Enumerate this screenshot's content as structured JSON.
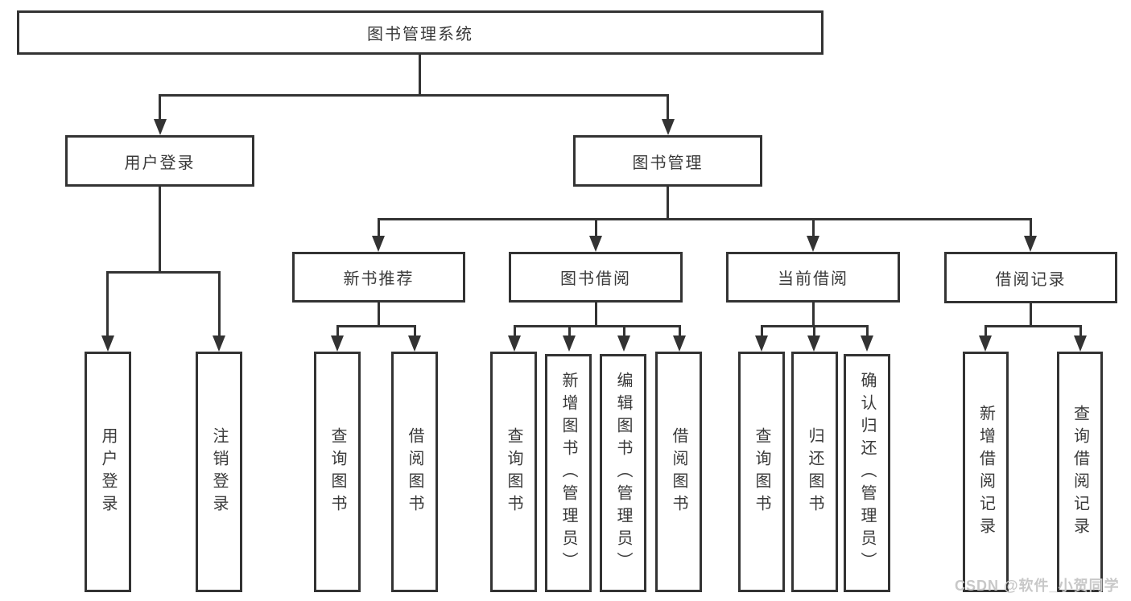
{
  "diagram": {
    "title": "图书管理系统",
    "root": {
      "label": "图书管理系统"
    },
    "user_login": {
      "label": "用户登录",
      "children": {
        "login": {
          "label": "用户登录"
        },
        "logout": {
          "label": "注销登录"
        }
      }
    },
    "book_mgmt": {
      "label": "图书管理",
      "children": {
        "new_books": {
          "label": "新书推荐",
          "children": {
            "query": {
              "label": "查询图书"
            },
            "borrow": {
              "label": "借阅图书"
            }
          }
        },
        "borrowing": {
          "label": "图书借阅",
          "children": {
            "query": {
              "label": "查询图书"
            },
            "add": {
              "label": "新增图书（管理员）"
            },
            "edit": {
              "label": "编辑图书（管理员）"
            },
            "borrow": {
              "label": "借阅图书"
            }
          }
        },
        "current": {
          "label": "当前借阅",
          "children": {
            "query": {
              "label": "查询图书"
            },
            "return": {
              "label": "归还图书"
            },
            "confirm": {
              "label": "确认归还（管理员）"
            }
          }
        },
        "records": {
          "label": "借阅记录",
          "children": {
            "add": {
              "label": "新增借阅记录"
            },
            "query": {
              "label": "查询借阅记录"
            }
          }
        }
      }
    }
  },
  "watermark": {
    "text": "CSDN @软件_小贺同学"
  },
  "colors": {
    "line": "#333333",
    "text": "#3a3a3a",
    "background": "#ffffff",
    "watermark": "#c8c8c8"
  }
}
